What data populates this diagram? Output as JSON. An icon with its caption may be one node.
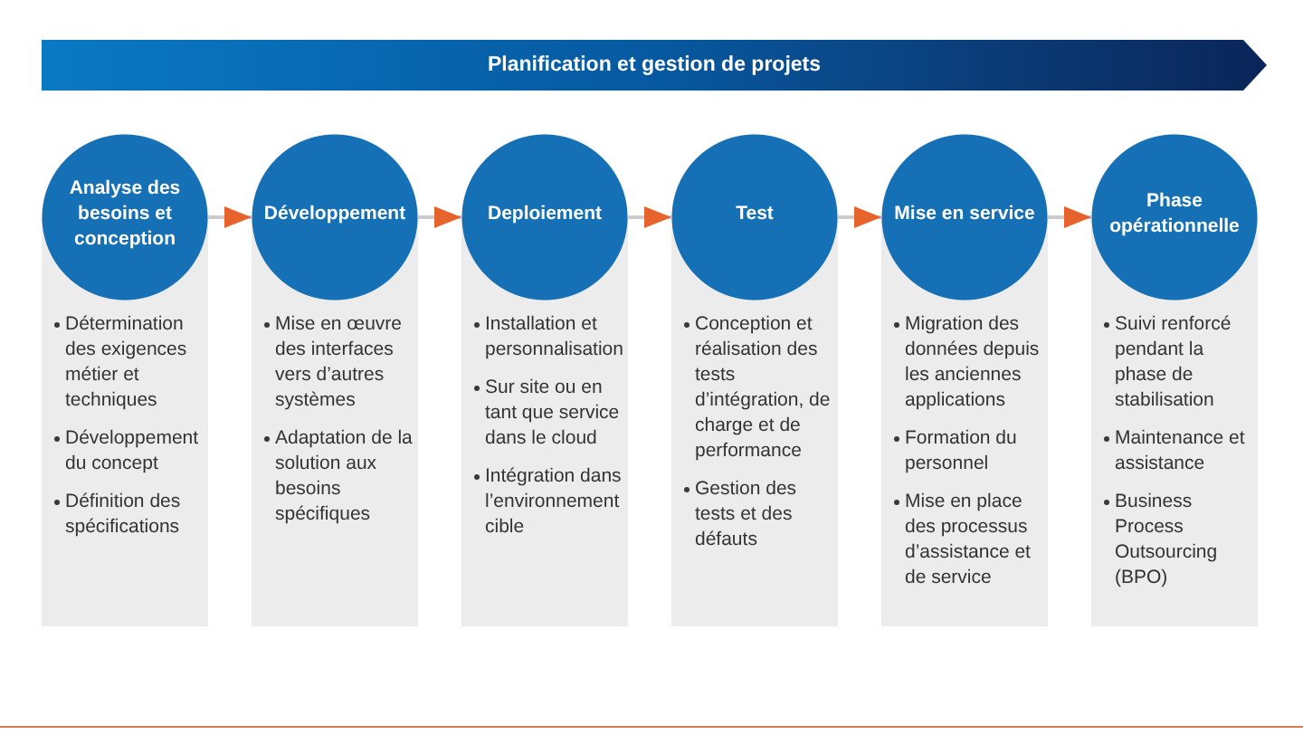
{
  "diagram": {
    "nodes": [
      {
        "text": [
          "Planification et gestion de projets"
        ]
      },
      {
        "text": [
          "Analyse des besoins et conception"
        ]
      },
      {
        "text": [
          "Détermination des exigences métier et techniques",
          "Développement du concept",
          "Définition des spécifications"
        ]
      },
      {
        "text": [
          "Développement"
        ]
      },
      {
        "text": [
          "Mise en œuvre des interfaces vers d’autres systèmes",
          "Adaptation de la solution aux besoins spécifiques"
        ]
      },
      {
        "text": [
          "Deploiement"
        ]
      },
      {
        "text": [
          "Installation et personnalisation",
          "Sur site ou en tant que service dans le cloud",
          "Intégration dans l’environnement cible"
        ]
      },
      {
        "text": [
          "Test"
        ]
      },
      {
        "text": [
          "Conception et réalisation des tests d’intégration, de charge et de performance",
          "Gestion des tests et des défauts"
        ]
      },
      {
        "text": [
          "Mise en service"
        ]
      },
      {
        "text": [
          "Migration des données depuis les anciennes applications",
          "Formation du personnel",
          "Mise en place des processus d’assistance et de service"
        ]
      },
      {
        "text": [
          "Phase opérationnelle"
        ]
      },
      {
        "text": [
          "Suivi renforcé pendant la phase de stabilisation",
          "Maintenance et assistance",
          "Business Process Outsourcing (BPO)"
        ]
      }
    ],
    "edges": [
      {
        "from": 1,
        "to": 3,
        "arrow": "to"
      },
      {
        "from": 3,
        "to": 5,
        "arrow": "to"
      },
      {
        "from": 5,
        "to": 7,
        "arrow": "to"
      },
      {
        "from": 7,
        "to": 9,
        "arrow": "to"
      },
      {
        "from": 9,
        "to": 11,
        "arrow": "to"
      }
    ]
  }
}
